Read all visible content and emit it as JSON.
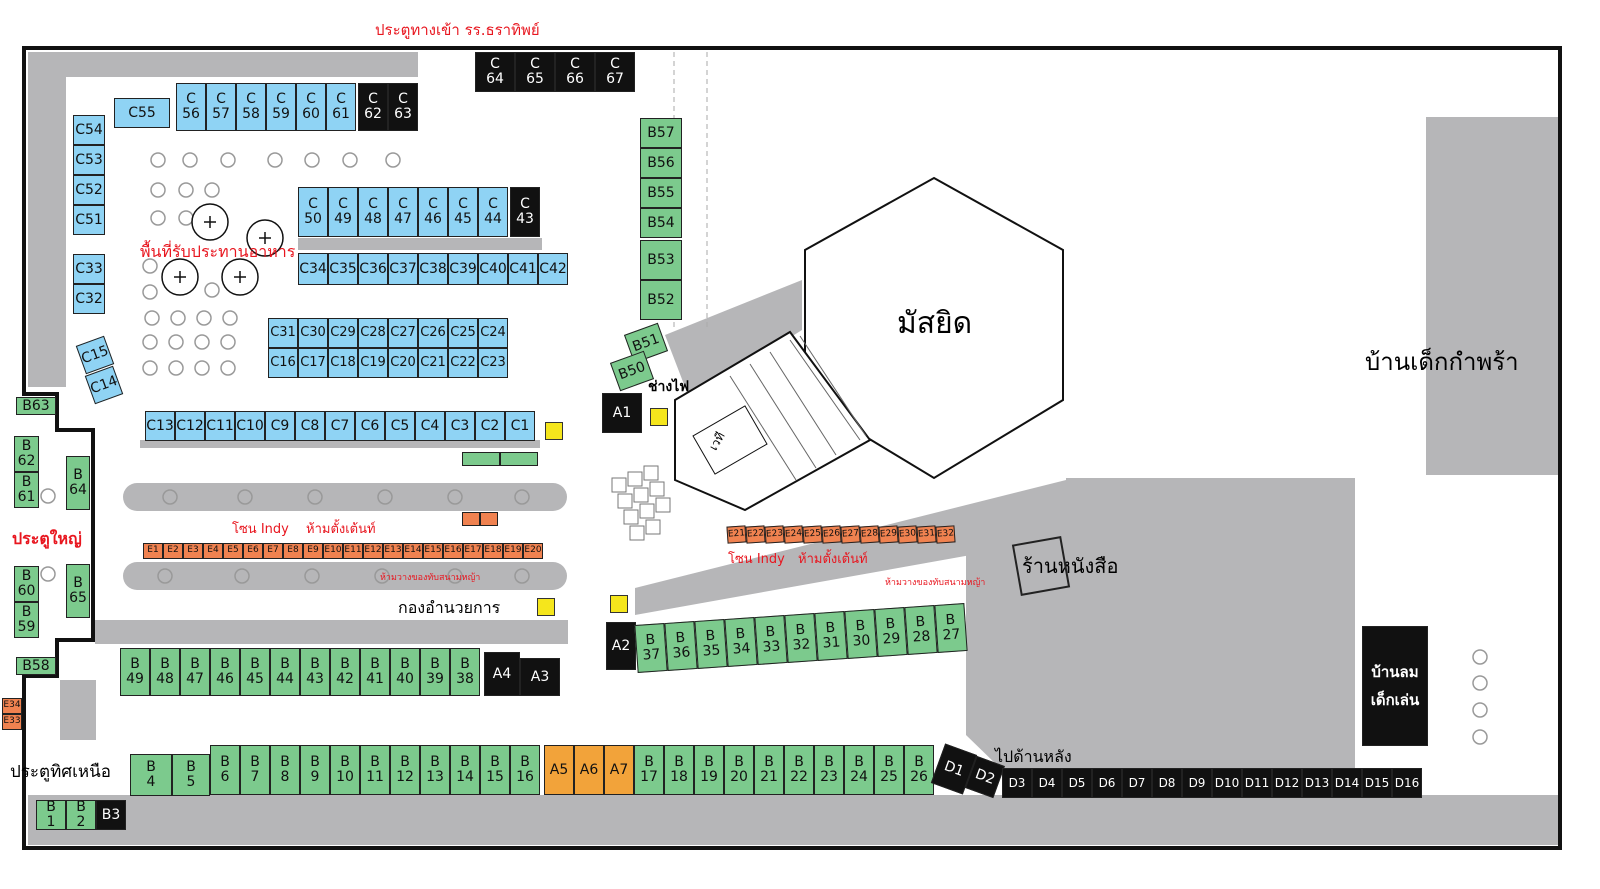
{
  "labels": {
    "entrance_school": "ประตูทางเข้า รร.ธราทิพย์",
    "food_area": "พื้นที่รับประทานอาหาร",
    "main_gate": "ประตูใหญ่",
    "north_gate": "ประตูทิศเหนือ",
    "indy_zone_1": "โซน Indy",
    "no_tent_1": "ห้ามตั้งเต้นท์",
    "indy_zone_2": "โซน Indy",
    "no_tent_2": "ห้ามตั้งเต้นท์",
    "no_lawn_1": "ห้ามวางของทับสนามหญ้า",
    "no_lawn_2": "ห้ามวางของทับสนามหญ้า",
    "committee": "กองอำนวยการ",
    "photographer": "ช่างไฟ",
    "stage": "เวที",
    "mosque": "มัสยิด",
    "orphanage": "บ้านเด็กกำพร้า",
    "bookstore": "ร้านหนังสือ",
    "to_back": "ไปด้านหลัง",
    "playhouse": "บ้านลม\nเด็กเล่น"
  },
  "booths": {
    "c_top": [
      "C\n56",
      "C\n57",
      "C\n58",
      "C\n59",
      "C\n60",
      "C\n61"
    ],
    "c_top_dark": [
      "C\n62",
      "C\n63"
    ],
    "c_top_far": [
      "C\n64",
      "C\n65",
      "C\n66",
      "C\n67"
    ],
    "c55": "C55",
    "c_left": [
      "C54",
      "C53",
      "C52",
      "C51",
      "C33",
      "C32"
    ],
    "c_row50": [
      "C\n50",
      "C\n49",
      "C\n48",
      "C\n47",
      "C\n46",
      "C\n45",
      "C\n44"
    ],
    "c43": "C\n43",
    "c_row34": [
      "C34",
      "C35",
      "C36",
      "C37",
      "C38",
      "C39",
      "C40",
      "C41",
      "C42"
    ],
    "c_row31": [
      "C31",
      "C30",
      "C29",
      "C28",
      "C27",
      "C26",
      "C25",
      "C24"
    ],
    "c_row16": [
      "C16",
      "C17",
      "C18",
      "C19",
      "C20",
      "C21",
      "C22",
      "C23"
    ],
    "c_tilt": [
      "C15",
      "C14"
    ],
    "c_row13": [
      "C13",
      "C12",
      "C11",
      "C10",
      "C9",
      "C8",
      "C7",
      "C6",
      "C5",
      "C4",
      "C3",
      "C2",
      "C1"
    ],
    "b_col": [
      "B57",
      "B56",
      "B55",
      "B54",
      "B53",
      "B52"
    ],
    "b_tilt": [
      "B51",
      "B50"
    ],
    "a1": "A1",
    "a2": "A2",
    "a4": "A4",
    "a3": "A3",
    "b63": "B63",
    "b58": "B58",
    "b_left": [
      "B\n62",
      "B\n61",
      "B\n60",
      "B\n59"
    ],
    "b64": "B\n64",
    "b65": "B\n65",
    "e_left": [
      "E34",
      "E33"
    ],
    "e_row1": [
      "E1",
      "E2",
      "E3",
      "E4",
      "E5",
      "E6",
      "E7",
      "E8",
      "E9",
      "E10",
      "E11",
      "E12",
      "E13",
      "E14",
      "E15",
      "E16",
      "E17",
      "E18",
      "E19",
      "E20"
    ],
    "e_row2": [
      "E21",
      "E22",
      "E23",
      "E24",
      "E25",
      "E26",
      "E27",
      "E28",
      "E29",
      "E30",
      "E31",
      "E32"
    ],
    "b_row49": [
      "B\n49",
      "B\n48",
      "B\n47",
      "B\n46",
      "B\n45",
      "B\n44",
      "B\n43",
      "B\n42",
      "B\n41",
      "B\n40",
      "B\n39",
      "B\n38"
    ],
    "b_row37": [
      "B\n37",
      "B\n36",
      "B\n35",
      "B\n34",
      "B\n33",
      "B\n32",
      "B\n31",
      "B\n30",
      "B\n29",
      "B\n28",
      "B\n27"
    ],
    "b_bottom_a": [
      "B\n4",
      "B\n5",
      "B\n6",
      "B\n7",
      "B\n8",
      "B\n9",
      "B\n10",
      "B\n11",
      "B\n12",
      "B\n13",
      "B\n14",
      "B\n15",
      "B\n16"
    ],
    "a_row": [
      "A5",
      "A6",
      "A7"
    ],
    "b_bottom_b": [
      "B\n17",
      "B\n18",
      "B\n19",
      "B\n20",
      "B\n21",
      "B\n22",
      "B\n23",
      "B\n24",
      "B\n25",
      "B\n26"
    ],
    "d_tilt": [
      "D1",
      "D2"
    ],
    "d_row": [
      "D3",
      "D4",
      "D5",
      "D6",
      "D7",
      "D8",
      "D9",
      "D10",
      "D11",
      "D12",
      "D13",
      "D14",
      "D15",
      "D16"
    ],
    "b_corner": [
      "B\n1",
      "B\n2"
    ],
    "b3": "B3"
  }
}
